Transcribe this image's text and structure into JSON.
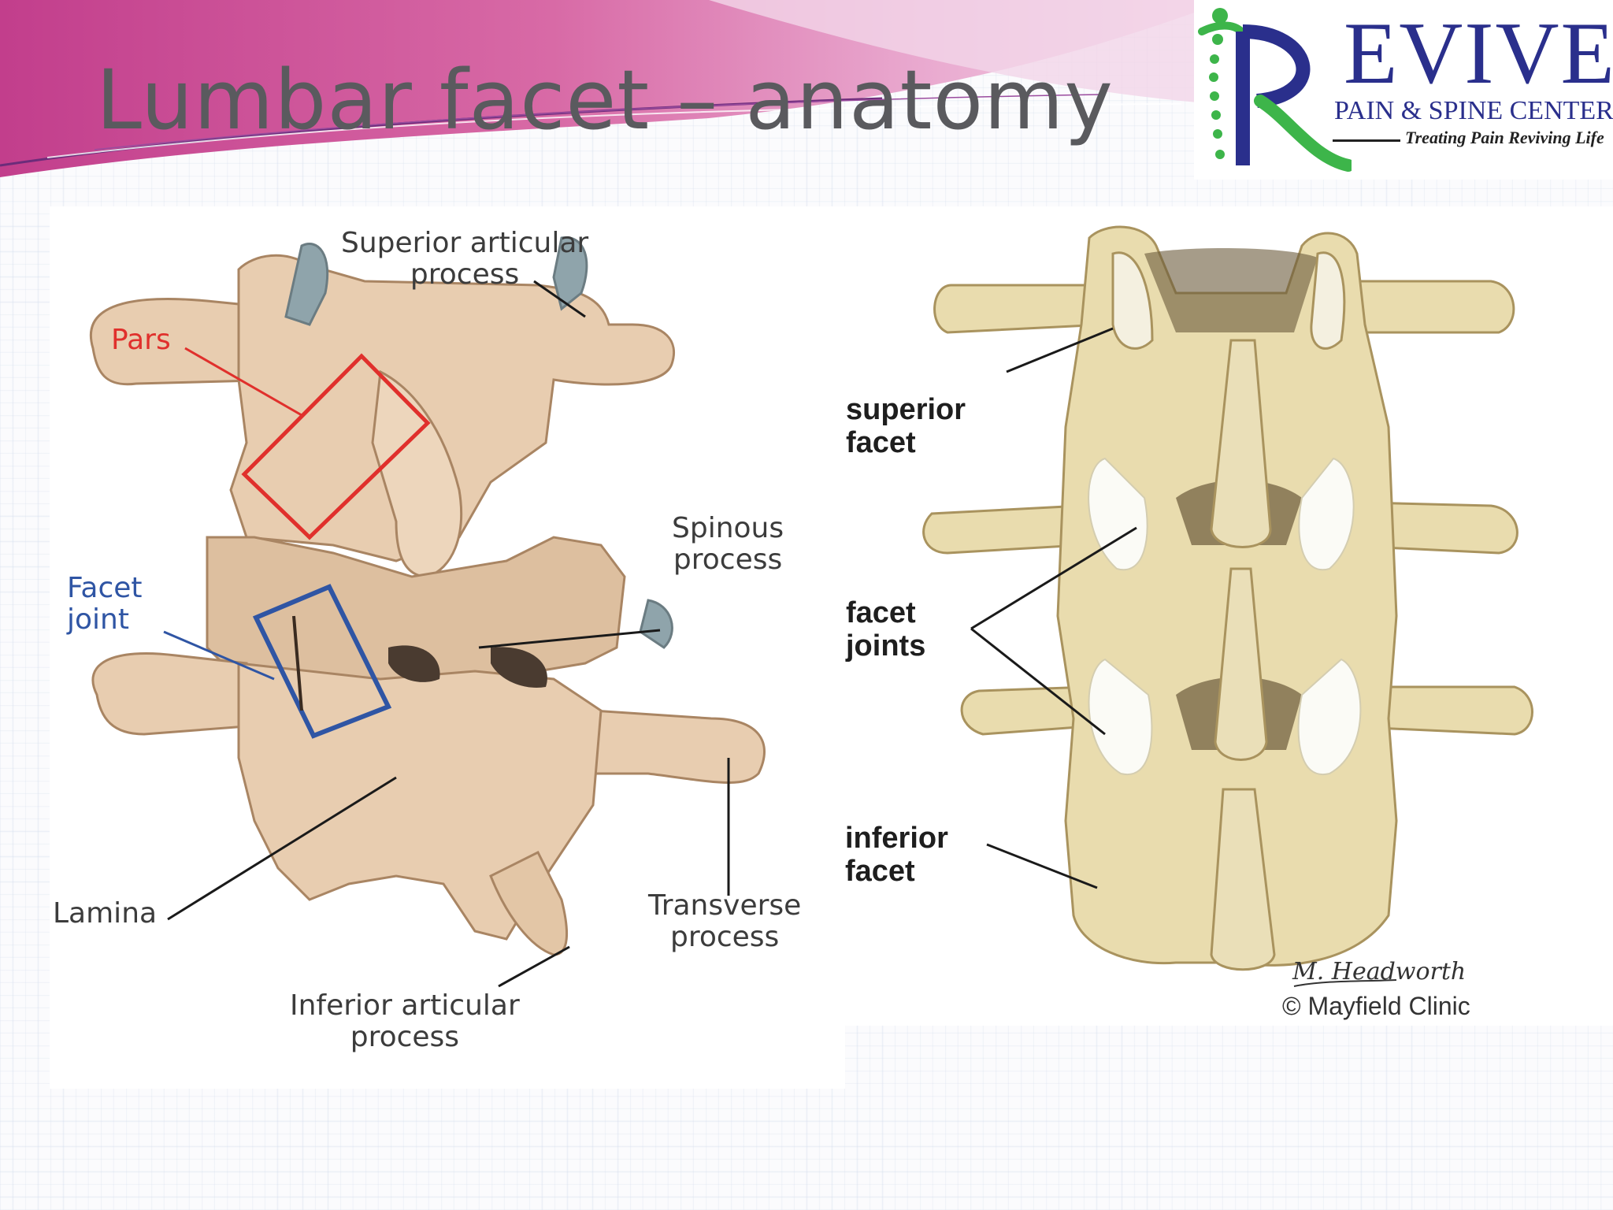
{
  "slide": {
    "title": "Lumbar facet – anatomy"
  },
  "logo": {
    "word": "EVIVE",
    "subtitle": "PAIN & SPINE CENTER",
    "tagline": "Treating Pain Reviving Life"
  },
  "figure_left": {
    "labels": {
      "superior_articular": [
        "Superior articular",
        "process"
      ],
      "pars": "Pars",
      "spinous": [
        "Spinous",
        "process"
      ],
      "facet_joint": [
        "Facet",
        "joint"
      ],
      "lamina": "Lamina",
      "transverse": [
        "Transverse",
        "process"
      ],
      "inferior_articular": [
        "Inferior articular",
        "process"
      ]
    },
    "colors": {
      "pars_box": "#e0302c",
      "facet_box": "#2f55a4",
      "bone": "#e8cdb0"
    }
  },
  "figure_right": {
    "labels": {
      "superior_facet": [
        "superior",
        "facet"
      ],
      "facet_joints": [
        "facet",
        "joints"
      ],
      "inferior_facet": [
        "inferior",
        "facet"
      ]
    },
    "signature": "M. Headworth",
    "credit": "© Mayfield Clinic",
    "colors": {
      "bone": "#e9dcae"
    }
  }
}
